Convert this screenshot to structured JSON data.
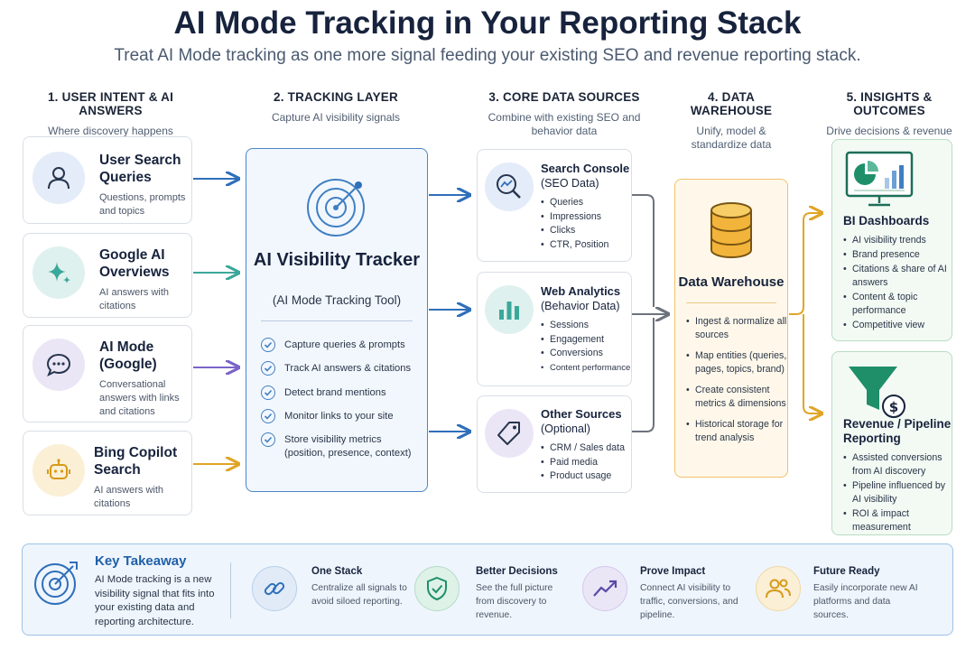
{
  "header": {
    "title": "AI Mode Tracking in Your Reporting Stack",
    "subtitle": "Treat AI Mode tracking as one more signal feeding your existing SEO and revenue reporting stack."
  },
  "columns": [
    {
      "heading": "1. USER INTENT & AI ANSWERS",
      "sub": "Where discovery happens"
    },
    {
      "heading": "2. TRACKING LAYER",
      "sub": "Capture AI visibility signals"
    },
    {
      "heading": "3. CORE DATA SOURCES",
      "sub": "Combine with existing SEO and behavior data"
    },
    {
      "heading": "4. DATA WAREHOUSE",
      "sub": "Unify, model & standardize data"
    },
    {
      "heading": "5. INSIGHTS & OUTCOMES",
      "sub": "Drive decisions & revenue"
    }
  ],
  "intent_cards": [
    {
      "title": "User Search Queries",
      "desc": "Questions, prompts and topics",
      "icon": "user-icon"
    },
    {
      "title": "Google AI Overviews",
      "desc": "AI answers with citations",
      "icon": "sparkle-icon"
    },
    {
      "title": "AI Mode (Google)",
      "desc": "Conversational answers with links and citations",
      "icon": "chat-icon"
    },
    {
      "title": "Bing Copilot Search",
      "desc": "AI answers with citations",
      "icon": "robot-icon"
    }
  ],
  "tracker": {
    "title": "AI Visibility Tracker",
    "subtitle": "(AI Mode Tracking Tool)",
    "items": [
      "Capture queries & prompts",
      "Track AI answers & citations",
      "Detect brand mentions",
      "Monitor links to your site",
      "Store visibility metrics (position, presence, context)"
    ]
  },
  "sources": [
    {
      "title": "Search Console",
      "sub": "(SEO Data)",
      "icon": "search-analytics-icon",
      "items": [
        "Queries",
        "Impressions",
        "Clicks",
        "CTR, Position"
      ]
    },
    {
      "title": "Web Analytics",
      "sub": "(Behavior Data)",
      "icon": "bar-chart-icon",
      "items": [
        "Sessions",
        "Engagement",
        "Conversions",
        "Content performance"
      ]
    },
    {
      "title": "Other Sources",
      "sub": "(Optional)",
      "icon": "tag-icon",
      "items": [
        "CRM / Sales data",
        "Paid media",
        "Product usage"
      ]
    }
  ],
  "warehouse": {
    "title": "Data Warehouse",
    "items": [
      "Ingest & normalize all sources",
      "Map entities (queries, pages, topics, brand)",
      "Create consistent metrics & dimensions",
      "Historical storage for trend analysis"
    ]
  },
  "outcomes": [
    {
      "title": "BI Dashboards",
      "icon": "dashboard-icon",
      "items": [
        "AI visibility trends",
        "Brand presence",
        "Citations & share of AI answers",
        "Content & topic performance",
        "Competitive view"
      ]
    },
    {
      "title": "Revenue / Pipeline Reporting",
      "icon": "funnel-dollar-icon",
      "items": [
        "Assisted conversions from AI discovery",
        "Pipeline influenced by AI visibility",
        "ROI & impact measurement"
      ]
    }
  ],
  "takeaway": {
    "title": "Key Takeaway",
    "body": "AI Mode tracking is a new visibility signal that fits into your existing data and reporting architecture.",
    "benefits": [
      {
        "title": "One Stack",
        "body": "Centralize all signals to avoid siloed reporting.",
        "icon": "link-icon"
      },
      {
        "title": "Better Decisions",
        "body": "See the full picture from discovery to revenue.",
        "icon": "shield-check-icon"
      },
      {
        "title": "Prove Impact",
        "body": "Connect AI visibility to traffic, conversions, and pipeline.",
        "icon": "trend-up-icon"
      },
      {
        "title": "Future Ready",
        "body": "Easily incorporate new AI platforms and data sources.",
        "icon": "people-icon"
      }
    ]
  },
  "colors": {
    "blue": "#2f6fba",
    "teal": "#3aa89b",
    "purple": "#7b63c9",
    "amber": "#e0a526",
    "gray": "#6d737c",
    "green": "#1f8f6a"
  }
}
